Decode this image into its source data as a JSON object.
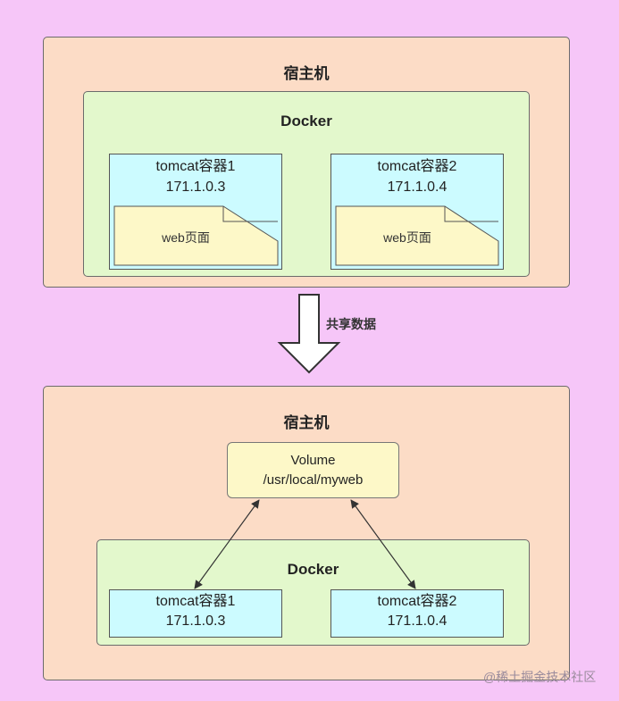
{
  "top": {
    "host_title": "宿主机",
    "docker_title": "Docker",
    "containers": [
      {
        "name": "tomcat容器1",
        "ip": "171.1.0.3",
        "page": "web页面"
      },
      {
        "name": "tomcat容器2",
        "ip": "171.1.0.4",
        "page": "web页面"
      }
    ]
  },
  "arrow": {
    "label": "共享数据"
  },
  "bottom": {
    "host_title": "宿主机",
    "volume": {
      "name": "Volume",
      "path": "/usr/local/myweb"
    },
    "docker_title": "Docker",
    "containers": [
      {
        "name": "tomcat容器1",
        "ip": "171.1.0.3"
      },
      {
        "name": "tomcat容器2",
        "ip": "171.1.0.4"
      }
    ]
  },
  "watermark": "@稀土掘金技术社区",
  "colors": {
    "background": "#f6c6f8",
    "host": "#fcdcc6",
    "docker": "#e3f8cc",
    "container": "#ccfbff",
    "note": "#fdf8c8"
  }
}
